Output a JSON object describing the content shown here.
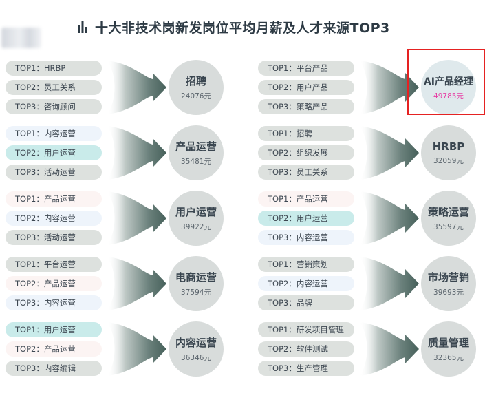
{
  "header": {
    "title": "十大非技术岗新发岗位平均月薪及人才来源TOP3",
    "icon": "bar-chart-icon"
  },
  "colors": {
    "arrow_dark": "#46605a",
    "circle": "#d8dcdb",
    "circle_highlight": "#dfe9ec",
    "highlight_salary": "#e63fa4",
    "highlight_border": "#e52222",
    "pill_gray": "#dde1de",
    "pill_blue": "#eef4fb",
    "pill_pink": "#fcf4f3",
    "pill_teal": "#c9ebea"
  },
  "chart_data": {
    "type": "table",
    "title": "十大非技术岗新发岗位平均月薪及人才来源TOP3",
    "unit": "元",
    "highlighted": "AI产品经理",
    "positions": [
      {
        "name": "招聘",
        "salary": "24076元",
        "salary_value": 24076,
        "sources": [
          "TOP1：HRBP",
          "TOP2：员工关系",
          "TOP3：咨询顾问"
        ],
        "styles": [
          "gray",
          "gray",
          "gray"
        ]
      },
      {
        "name": "AI产品经理",
        "salary": "49785元",
        "salary_value": 49785,
        "sources": [
          "TOP1：平台产品",
          "TOP2：用户产品",
          "TOP3：策略产品"
        ],
        "styles": [
          "gray",
          "gray",
          "gray"
        ]
      },
      {
        "name": "产品运营",
        "salary": "35481元",
        "salary_value": 35481,
        "sources": [
          "TOP1：内容运营",
          "TOP2：用户运营",
          "TOP3：活动运营"
        ],
        "styles": [
          "blue",
          "teal",
          "gray"
        ]
      },
      {
        "name": "HRBP",
        "salary": "32059元",
        "salary_value": 32059,
        "sources": [
          "TOP1：招聘",
          "TOP2：组织发展",
          "TOP3：员工关系"
        ],
        "styles": [
          "gray",
          "gray",
          "gray"
        ]
      },
      {
        "name": "用户运营",
        "salary": "39922元",
        "salary_value": 39922,
        "sources": [
          "TOP1：产品运营",
          "TOP2：内容运营",
          "TOP3：活动运营"
        ],
        "styles": [
          "pink",
          "blue",
          "gray"
        ]
      },
      {
        "name": "策略运营",
        "salary": "35597元",
        "salary_value": 35597,
        "sources": [
          "TOP1：产品运营",
          "TOP2：用户运营",
          "TOP3：内容运营"
        ],
        "styles": [
          "pink",
          "teal",
          "blue"
        ]
      },
      {
        "name": "电商运营",
        "salary": "37594元",
        "salary_value": 37594,
        "sources": [
          "TOP1：平台运营",
          "TOP2：产品运营",
          "TOP3：内容运营"
        ],
        "styles": [
          "gray",
          "pink",
          "blue"
        ]
      },
      {
        "name": "市场营销",
        "salary": "39693元",
        "salary_value": 39693,
        "sources": [
          "TOP1：营销策划",
          "TOP2：内容运营",
          "TOP3：品牌"
        ],
        "styles": [
          "gray",
          "blue",
          "gray"
        ]
      },
      {
        "name": "内容运营",
        "salary": "36346元",
        "salary_value": 36346,
        "sources": [
          "TOP1：用户运营",
          "TOP2：产品运营",
          "TOP3：内容编辑"
        ],
        "styles": [
          "teal",
          "pink",
          "gray"
        ]
      },
      {
        "name": "质量管理",
        "salary": "32365元",
        "salary_value": 32365,
        "sources": [
          "TOP1：研发项目管理",
          "TOP2：软件测试",
          "TOP3：生产管理"
        ],
        "styles": [
          "gray",
          "gray",
          "gray"
        ]
      }
    ]
  }
}
